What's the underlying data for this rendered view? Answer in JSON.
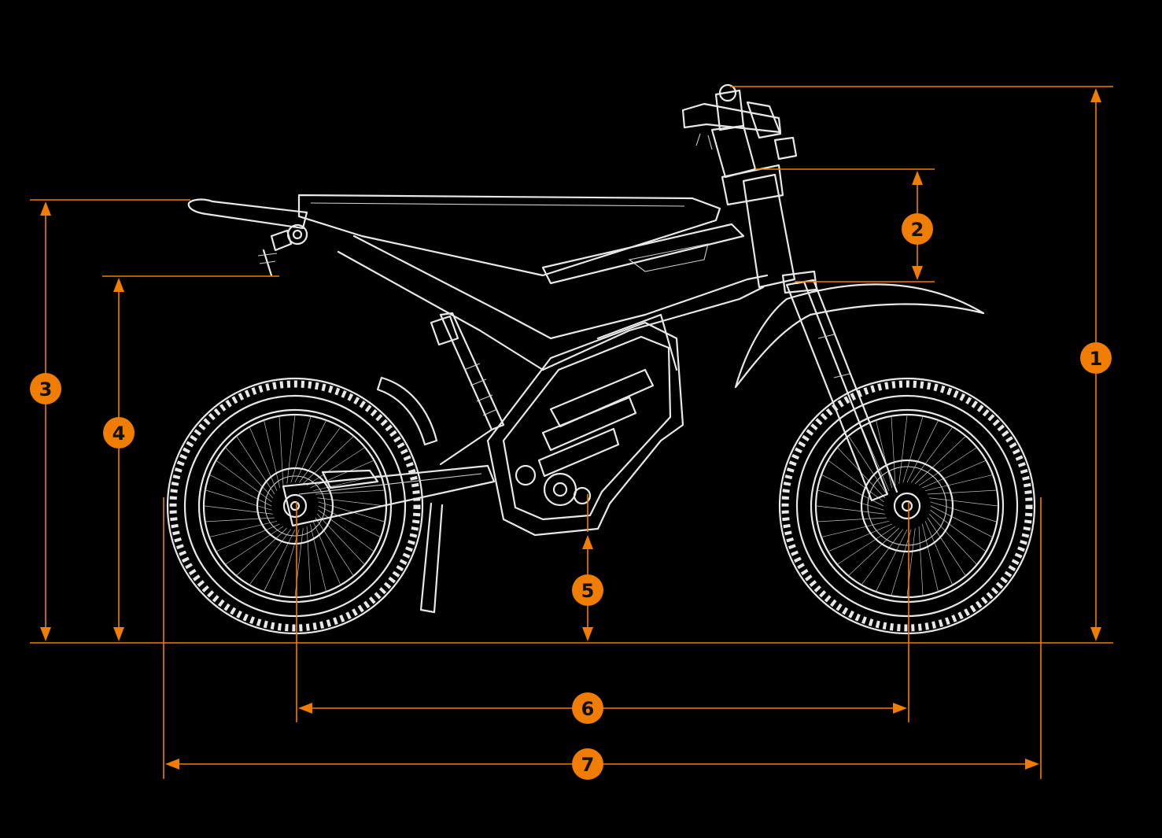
{
  "colors": {
    "background": "#000000",
    "dimension": "#f07d00",
    "line_art": "#e8e8e8"
  },
  "dimensions": [
    {
      "label": "1"
    },
    {
      "label": "2"
    },
    {
      "label": "3"
    },
    {
      "label": "4"
    },
    {
      "label": "5"
    },
    {
      "label": "6"
    },
    {
      "label": "7"
    }
  ]
}
